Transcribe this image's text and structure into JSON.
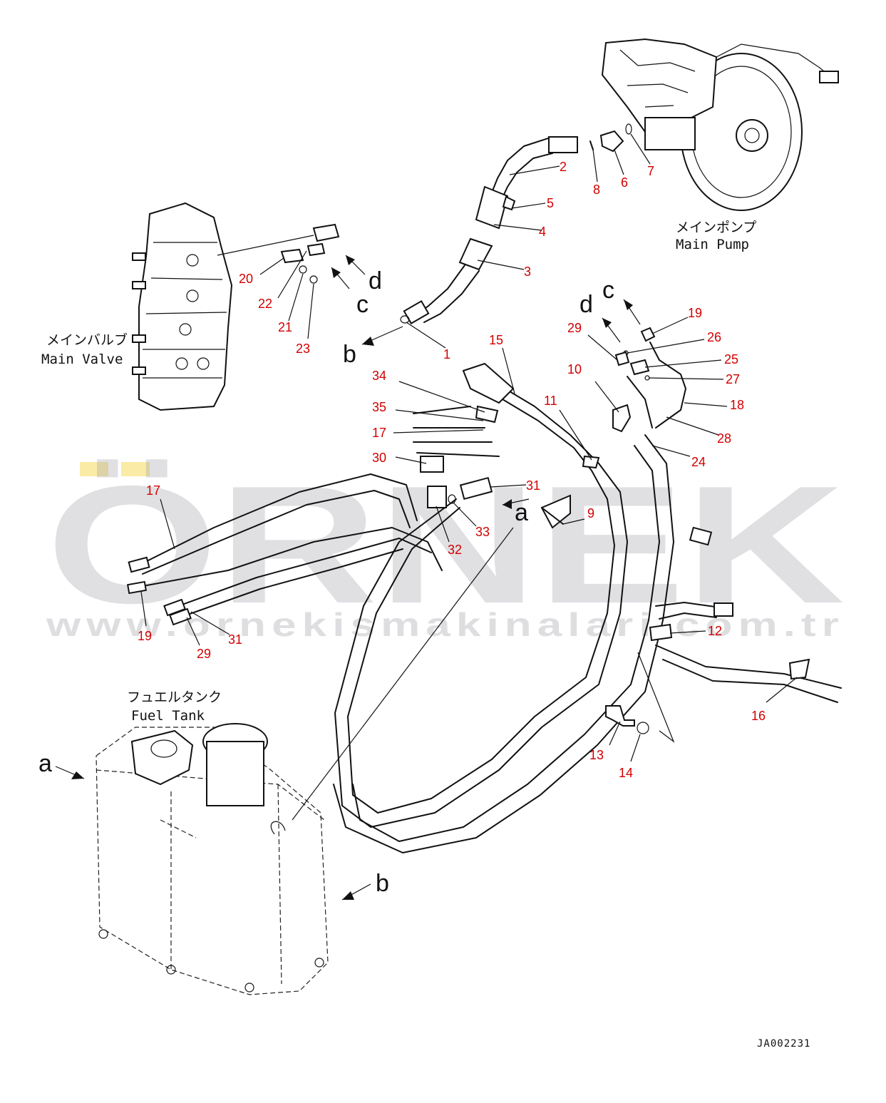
{
  "diagram": {
    "labels": {
      "main_pump_jp": "メインポンプ",
      "main_pump_en": "Main Pump",
      "main_valve_jp": "メインバルブ",
      "main_valve_en": "Main Valve",
      "fuel_tank_jp": "フュエルタンク",
      "fuel_tank_en": "Fuel Tank"
    },
    "document_id": "JA002231",
    "callout_color": "#d20000",
    "view_letters": {
      "a_tank": "a",
      "a_bracket": "a",
      "b_tank": "b",
      "b_hose": "b",
      "c_valve": "c",
      "d_valve": "d",
      "c_top": "c",
      "d_top": "d"
    },
    "callouts": {
      "c1": "1",
      "c2": "2",
      "c3": "3",
      "c4": "4",
      "c5": "5",
      "c6": "6",
      "c7": "7",
      "c8": "8",
      "c9": "9",
      "c10": "10",
      "c11": "11",
      "c12": "12",
      "c13": "13",
      "c14": "14",
      "c15": "15",
      "c16": "16",
      "c17a": "17",
      "c17b": "17",
      "c18": "18",
      "c19a": "19",
      "c19b": "19",
      "c20": "20",
      "c21": "21",
      "c22": "22",
      "c23": "23",
      "c24": "24",
      "c25": "25",
      "c26": "26",
      "c27": "27",
      "c28": "28",
      "c29a": "29",
      "c29b": "29",
      "c30": "30",
      "c31a": "31",
      "c31b": "31",
      "c32": "32",
      "c33": "33",
      "c34": "34",
      "c35": "35"
    }
  },
  "watermark": {
    "brand": "ÖRNEK",
    "url": "www.ornekismakinalari.com.tr",
    "accent_color": "#f0c500"
  }
}
